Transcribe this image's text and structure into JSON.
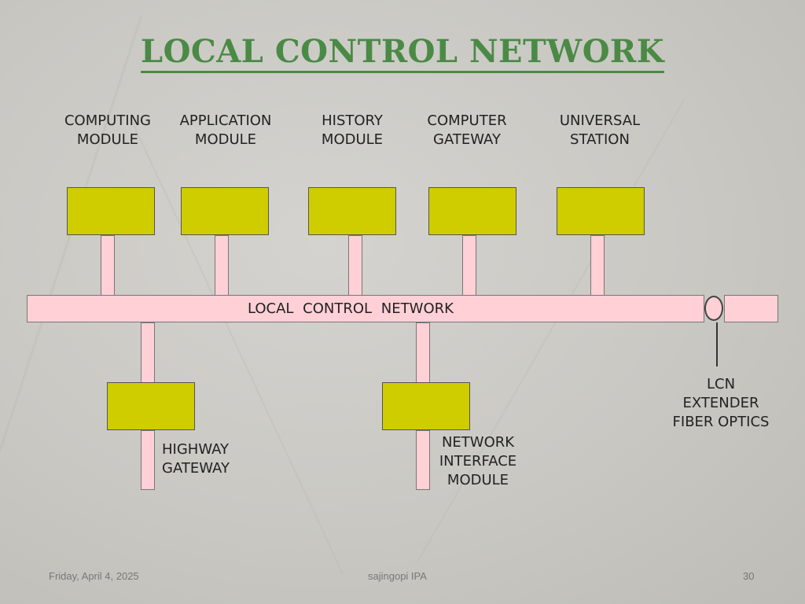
{
  "slide": {
    "title": "LOCAL CONTROL NETWORK",
    "modules_top": [
      {
        "line1": "COMPUTING",
        "line2": "MODULE"
      },
      {
        "line1": "APPLICATION",
        "line2": "MODULE"
      },
      {
        "line1": "HISTORY",
        "line2": "MODULE"
      },
      {
        "line1": "COMPUTER",
        "line2": "GATEWAY"
      },
      {
        "line1": "UNIVERSAL",
        "line2": "STATION"
      }
    ],
    "bus_label": "LOCAL CONTROL NETWORK",
    "modules_bottom": [
      {
        "line1": "HIGHWAY",
        "line2": "GATEWAY"
      },
      {
        "line1": "NETWORK",
        "line2": "INTERFACE",
        "line3": "MODULE"
      }
    ],
    "extender": {
      "line1": "LCN",
      "line2": "EXTENDER",
      "line3": "FIBER OPTICS"
    },
    "colors": {
      "title": "#4a8a45",
      "module_fill": "#cfcc00",
      "bus_fill": "#ffd0d6"
    }
  },
  "footer": {
    "date": "Friday, April 4, 2025",
    "author": "sajingopi IPA",
    "page": "30"
  }
}
